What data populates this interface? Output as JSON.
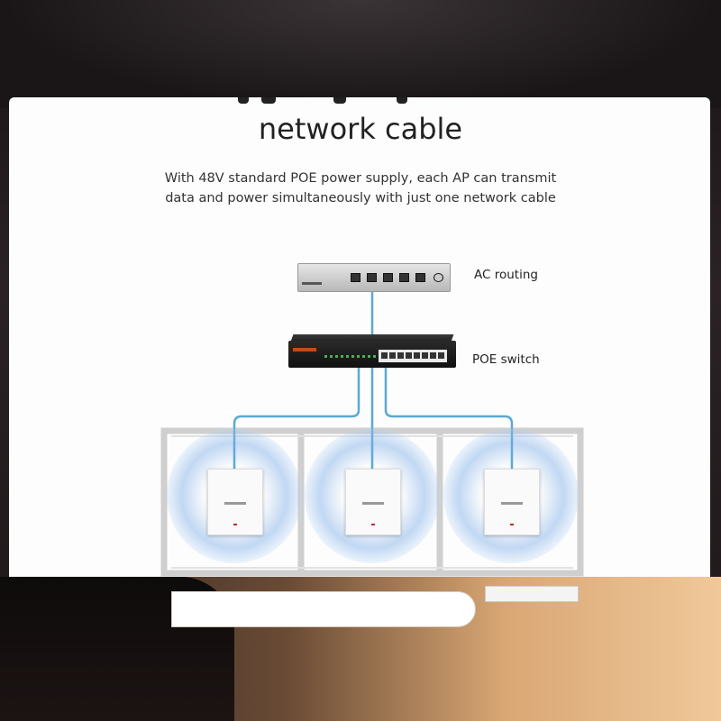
{
  "heading": {
    "title": "network cable",
    "subtitle_line1": "With 48V standard POE power supply, each AP can transmit",
    "subtitle_line2": "data and power simultaneously with just one network cable"
  },
  "diagram": {
    "ac_label": "AC routing",
    "switch_label": "POE switch",
    "cable_color": "#5aa9d6",
    "wall_color": "#cfcfcf",
    "ap_count": 3
  },
  "icons": [
    "router-icon",
    "poe-switch-icon",
    "access-point-icon"
  ]
}
